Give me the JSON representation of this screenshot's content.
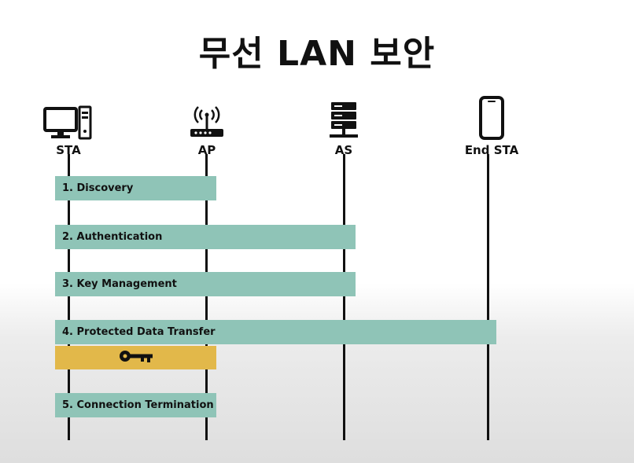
{
  "title": "무선 LAN 보안",
  "entities": [
    {
      "label": "STA",
      "icon": "desktop-computer-icon"
    },
    {
      "label": "AP",
      "icon": "wireless-router-icon"
    },
    {
      "label": "AS",
      "icon": "server-rack-icon"
    },
    {
      "label": "End STA",
      "icon": "smartphone-icon"
    }
  ],
  "phases": [
    {
      "label": "1. Discovery"
    },
    {
      "label": "2. Authentication"
    },
    {
      "label": "3. Key Management"
    },
    {
      "label": "4. Protected Data Transfer"
    },
    {
      "label": "5. Connection Termination"
    }
  ],
  "key_icon": "key-icon",
  "colors": {
    "phase_bar": "#8fc4b7",
    "key_bar": "#e2b84a"
  }
}
